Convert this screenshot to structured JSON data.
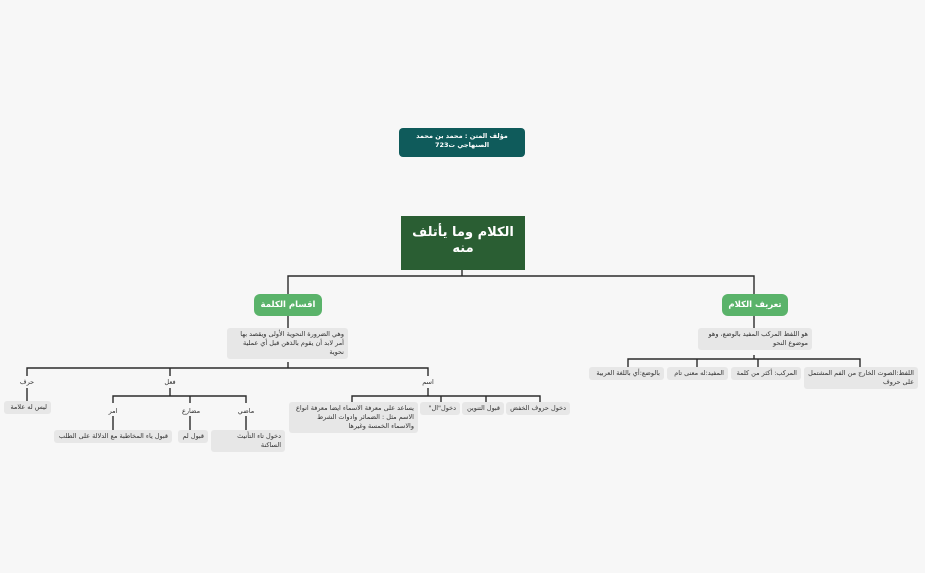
{
  "author": "مؤلف المتن : محمد بن محمد الصنهاجي ت723",
  "root": "الكلام وما يأتلف منه",
  "right_branch": {
    "title": "تعريف الكلام",
    "definition": "هو اللفظ المركب المفيد بالوضع، وهو موضوع النحو",
    "items": [
      "اللفظ:الصوت الخارج من الفم المشتمل على حروف",
      "المركب: أكثر من كلمة",
      "المفيد:له معنى تام",
      "بالوضع:أي باللغة العربية"
    ]
  },
  "left_branch": {
    "title": "اقسام الكلمة",
    "description": "وهي الضرورة النحوية الأولى  ويقصد بها أمر لابد أن يقوم بالذهن قبل أي عملية نحوية",
    "ism": {
      "label": "اسم",
      "signs": [
        "دخول حروف الخفض",
        "قبول التنوين",
        "دخول\"ال\"",
        "يساعد على معرفة الاسماء ايضا معرفة انواع الاسم مثل : الضمائر وادوات الشرط والاسماء الخمسة وغيرها"
      ]
    },
    "fil": {
      "label": "فعل",
      "madi": {
        "label": "ماضي",
        "sign": "دخول تاء التأنيث الساكنة"
      },
      "mudari": {
        "label": "مضارع",
        "sign": "قبول لم"
      },
      "amr": {
        "label": "امر",
        "sign": "قبول ياء المخاطبة مع الدلالة على الطلب"
      }
    },
    "harf": {
      "label": "حرف",
      "sign": "ليس له علامة"
    }
  }
}
